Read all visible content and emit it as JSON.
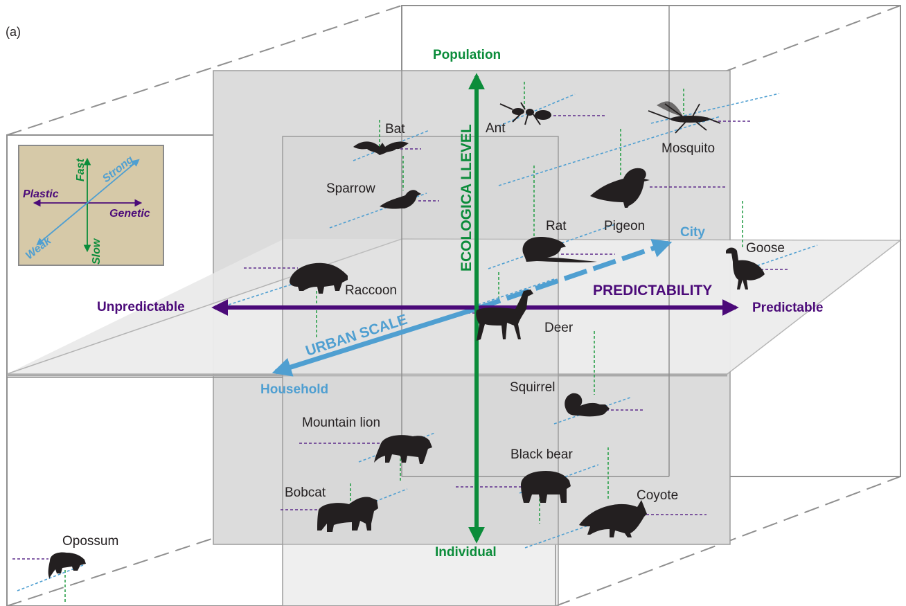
{
  "panel_label": "(a)",
  "axes": {
    "ecological": {
      "title": "ECOLOGICA LLEVEL",
      "top": "Population",
      "bottom": "Individual",
      "color": "#0b8c3a"
    },
    "predictability": {
      "title": "PREDICTABILITY",
      "left": "Unpredictable",
      "right": "Predictable",
      "color": "#4b0a79"
    },
    "urban": {
      "title": "URBAN SCALE",
      "near": "Household",
      "far": "City",
      "color": "#4f9fd1"
    }
  },
  "legend": {
    "fast": "Fast",
    "slow": "Slow",
    "plastic": "Plastic",
    "genetic": "Genetic",
    "strong": "Strong",
    "weak": "Weak",
    "background": "#d6c9a8"
  },
  "animals": {
    "bat": "Bat",
    "ant": "Ant",
    "mosquito": "Mosquito",
    "sparrow": "Sparrow",
    "pigeon": "Pigeon",
    "rat": "Rat",
    "goose": "Goose",
    "raccoon": "Raccoon",
    "deer": "Deer",
    "squirrel": "Squirrel",
    "mountain_lion": "Mountain lion",
    "black_bear": "Black bear",
    "bobcat": "Bobcat",
    "coyote": "Coyote",
    "opossum": "Opossum"
  }
}
